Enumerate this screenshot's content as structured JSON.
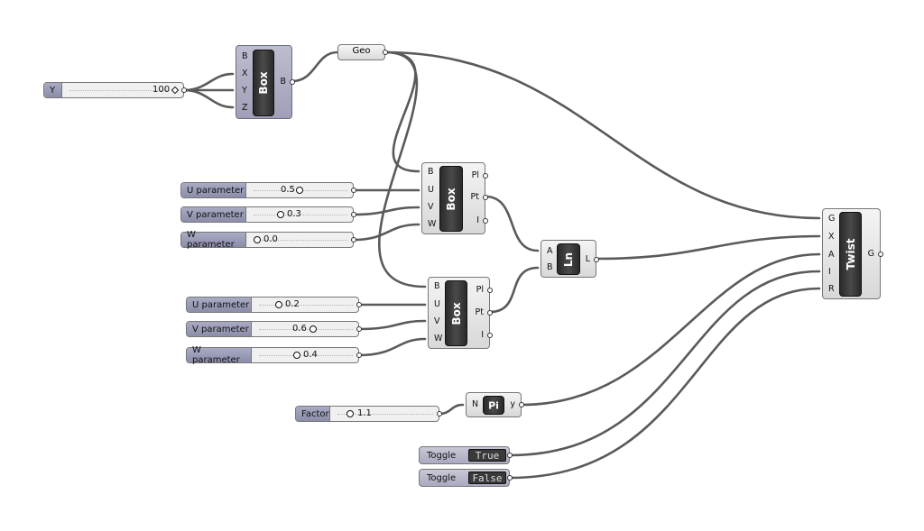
{
  "nodes": {
    "y_slider": {
      "label": "Y",
      "value": "100"
    },
    "box_top": {
      "title": "Box",
      "inputs": [
        "B",
        "X",
        "Y",
        "Z"
      ],
      "outputs": [
        "B"
      ]
    },
    "geo": {
      "label": "Geo"
    },
    "box_mid": {
      "title": "Box",
      "inputs": [
        "B",
        "U",
        "V",
        "W"
      ],
      "outputs": [
        "Pl",
        "Pt",
        "I"
      ]
    },
    "sliders_mid": [
      {
        "label": "U parameter",
        "value": "0.5"
      },
      {
        "label": "V parameter",
        "value": "0.3"
      },
      {
        "label": "W parameter",
        "value": "0.0"
      }
    ],
    "box_low": {
      "title": "Box",
      "inputs": [
        "B",
        "U",
        "V",
        "W"
      ],
      "outputs": [
        "Pl",
        "Pt",
        "I"
      ]
    },
    "sliders_low": [
      {
        "label": "U parameter",
        "value": "0.2"
      },
      {
        "label": "V parameter",
        "value": "0.6"
      },
      {
        "label": "W parameter",
        "value": "0.4"
      }
    ],
    "ln": {
      "title": "Ln",
      "inputs": [
        "A",
        "B"
      ],
      "outputs": [
        "L"
      ]
    },
    "twist": {
      "title": "Twist",
      "inputs": [
        "G",
        "X",
        "A",
        "I",
        "R"
      ],
      "outputs": [
        "G"
      ]
    },
    "factor": {
      "label": "Factor",
      "value": "1.1"
    },
    "pi": {
      "title": "Pi",
      "inputs": [
        "N"
      ],
      "outputs": [
        "y"
      ]
    },
    "toggle_true": {
      "label": "Toggle",
      "state": "True"
    },
    "toggle_false": {
      "label": "Toggle",
      "state": "False"
    }
  }
}
